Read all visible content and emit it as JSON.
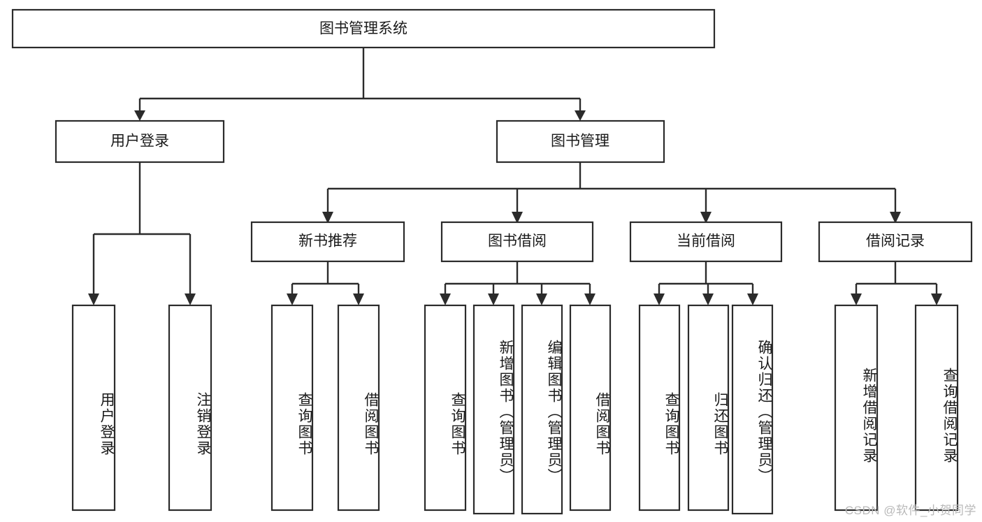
{
  "diagram": {
    "type": "tree-hierarchy",
    "title": "图书管理系统",
    "orientation": "top-down",
    "colors": {
      "box_stroke": "#2b2b2b",
      "box_fill": "#ffffff",
      "edge": "#2b2b2b",
      "text": "#1a1a1a",
      "watermark": "#b9b9b9",
      "background": "#ffffff"
    },
    "root": {
      "label": "图书管理系统"
    },
    "level2": [
      {
        "label": "用户登录"
      },
      {
        "label": "图书管理"
      }
    ],
    "level3": [
      {
        "label": "新书推荐"
      },
      {
        "label": "图书借阅"
      },
      {
        "label": "当前借阅"
      },
      {
        "label": "借阅记录"
      }
    ],
    "leaves": {
      "user_login": [
        {
          "label": "用户登录"
        },
        {
          "label": "注销登录"
        }
      ],
      "new_book_recommend": [
        {
          "label": "查询图书"
        },
        {
          "label": "借阅图书"
        }
      ],
      "book_borrow": [
        {
          "label": "查询图书"
        },
        {
          "label": "新增图书（管理员）"
        },
        {
          "label": "编辑图书（管理员）"
        },
        {
          "label": "借阅图书"
        }
      ],
      "current_borrow": [
        {
          "label": "查询图书"
        },
        {
          "label": "归还图书"
        },
        {
          "label": "确认归还（管理员）"
        }
      ],
      "borrow_record": [
        {
          "label": "新增借阅记录"
        },
        {
          "label": "查询借阅记录"
        }
      ]
    }
  },
  "watermark": {
    "text": "CSDN @软件_小贺同学"
  }
}
